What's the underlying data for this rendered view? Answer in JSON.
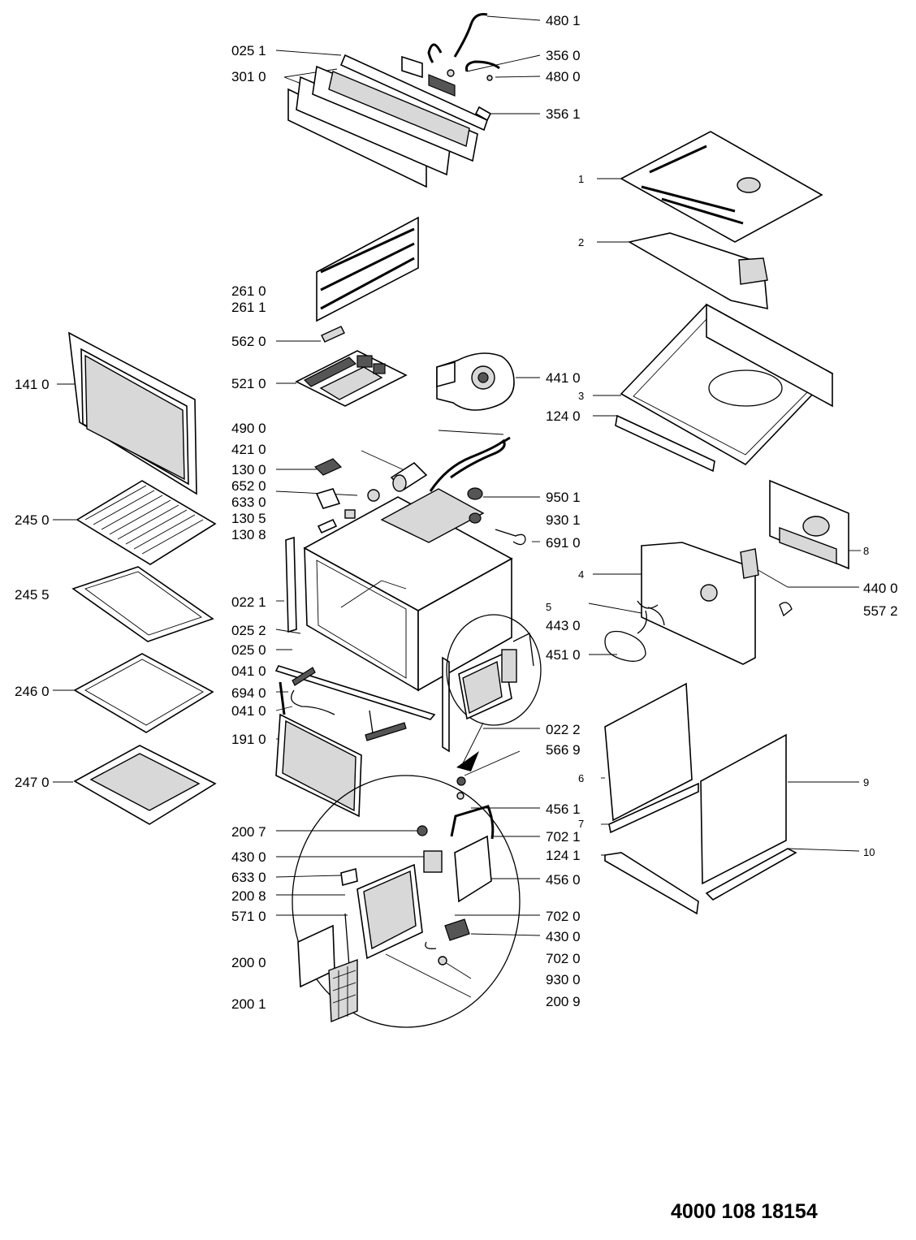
{
  "document_number": "4000 108 18154",
  "labels": {
    "l4801": "480 1",
    "l0251": "025 1",
    "l3560": "356 0",
    "l3010": "301 0",
    "l4800": "480 0",
    "l3561": "356 1",
    "l1": "1",
    "l2": "2",
    "l2610": "261 0",
    "l2611": "261 1",
    "l5620": "562 0",
    "l1410": "141 0",
    "l5210": "521 0",
    "l4410": "441 0",
    "l3": "3",
    "l1240": "124 0",
    "l4900": "490 0",
    "l4210": "421 0",
    "l1300": "130 0",
    "l6520": "652 0",
    "l6330": "633 0",
    "l1305": "130 5",
    "l1308": "130 8",
    "l2450": "245 0",
    "l9501": "950 1",
    "l9301": "930 1",
    "l6910": "691 0",
    "l8": "8",
    "l4": "4",
    "l4400": "440 0",
    "l5572": "557 2",
    "l2455": "245 5",
    "l0221": "022 1",
    "l5": "5",
    "l4430": "443 0",
    "l0252": "025 2",
    "l0250": "025 0",
    "l4510": "451 0",
    "l0410a": "041 0",
    "l2460": "246 0",
    "l6940": "694 0",
    "l0410b": "041 0",
    "l1910": "191 0",
    "l0222": "022 2",
    "l5669": "566 9",
    "l6": "6",
    "l9": "9",
    "l2470": "247 0",
    "l4561": "456 1",
    "l7": "7",
    "l2007": "200 7",
    "l7021": "702 1",
    "l1241": "124 1",
    "l10": "10",
    "l4300a": "430 0",
    "l6330b": "633 0",
    "l4560": "456 0",
    "l2008": "200 8",
    "l5710": "571 0",
    "l7020a": "702 0",
    "l4300b": "430 0",
    "l2000": "200 0",
    "l7020b": "702 0",
    "l9300": "930 0",
    "l2001": "200 1",
    "l2009": "200 9"
  }
}
